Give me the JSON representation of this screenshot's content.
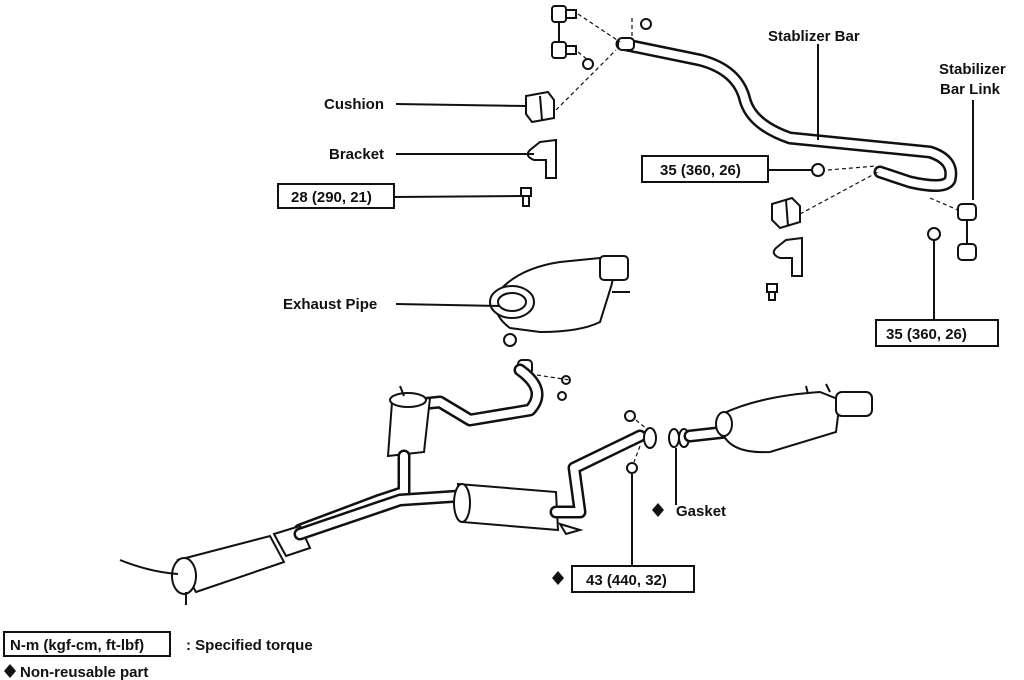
{
  "labels": {
    "stabilizer_bar": "Stablizer Bar",
    "stabilizer_bar_link_line1": "Stabilizer",
    "stabilizer_bar_link_line2": "Bar Link",
    "cushion": "Cushion",
    "bracket": "Bracket",
    "exhaust_pipe": "Exhaust Pipe",
    "gasket": "Gasket"
  },
  "torque_specs": {
    "bracket_bolt": "28 (290, 21)",
    "bar_bushing_nut": "35 (360, 26)",
    "link_nut": "35 (360, 26)",
    "exhaust_nut": "43 (440, 32)"
  },
  "legend": {
    "torque_unit_box": "N-m (kgf-cm, ft-lbf)",
    "torque_text": ": Specified torque",
    "nonreusable_text": "Non-reusable part"
  },
  "icons": {
    "nonreusable_marker": "diamond-icon"
  },
  "colors": {
    "ink": "#111111",
    "background": "#ffffff"
  }
}
